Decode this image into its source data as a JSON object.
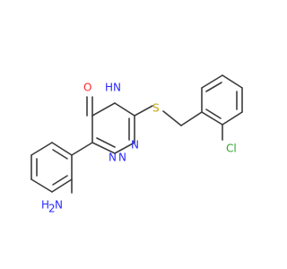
{
  "atoms": {
    "o_label": "O",
    "nh_label": "H",
    "nh_n_label": "N",
    "s_label": "S",
    "n_top_label": "N",
    "n_bottom_left_label": "N",
    "n_bottom_right_label": "N",
    "cl_label": "Cl",
    "nh2_label": "H",
    "nh2_sub": "2",
    "nh2_n_label": "N"
  },
  "colors": {
    "bond": "#3c3c3c",
    "nitrogen": "#2a2aff",
    "oxygen": "#ff2a2a",
    "sulfur": "#c9a200",
    "chlorine": "#2ea52e"
  }
}
